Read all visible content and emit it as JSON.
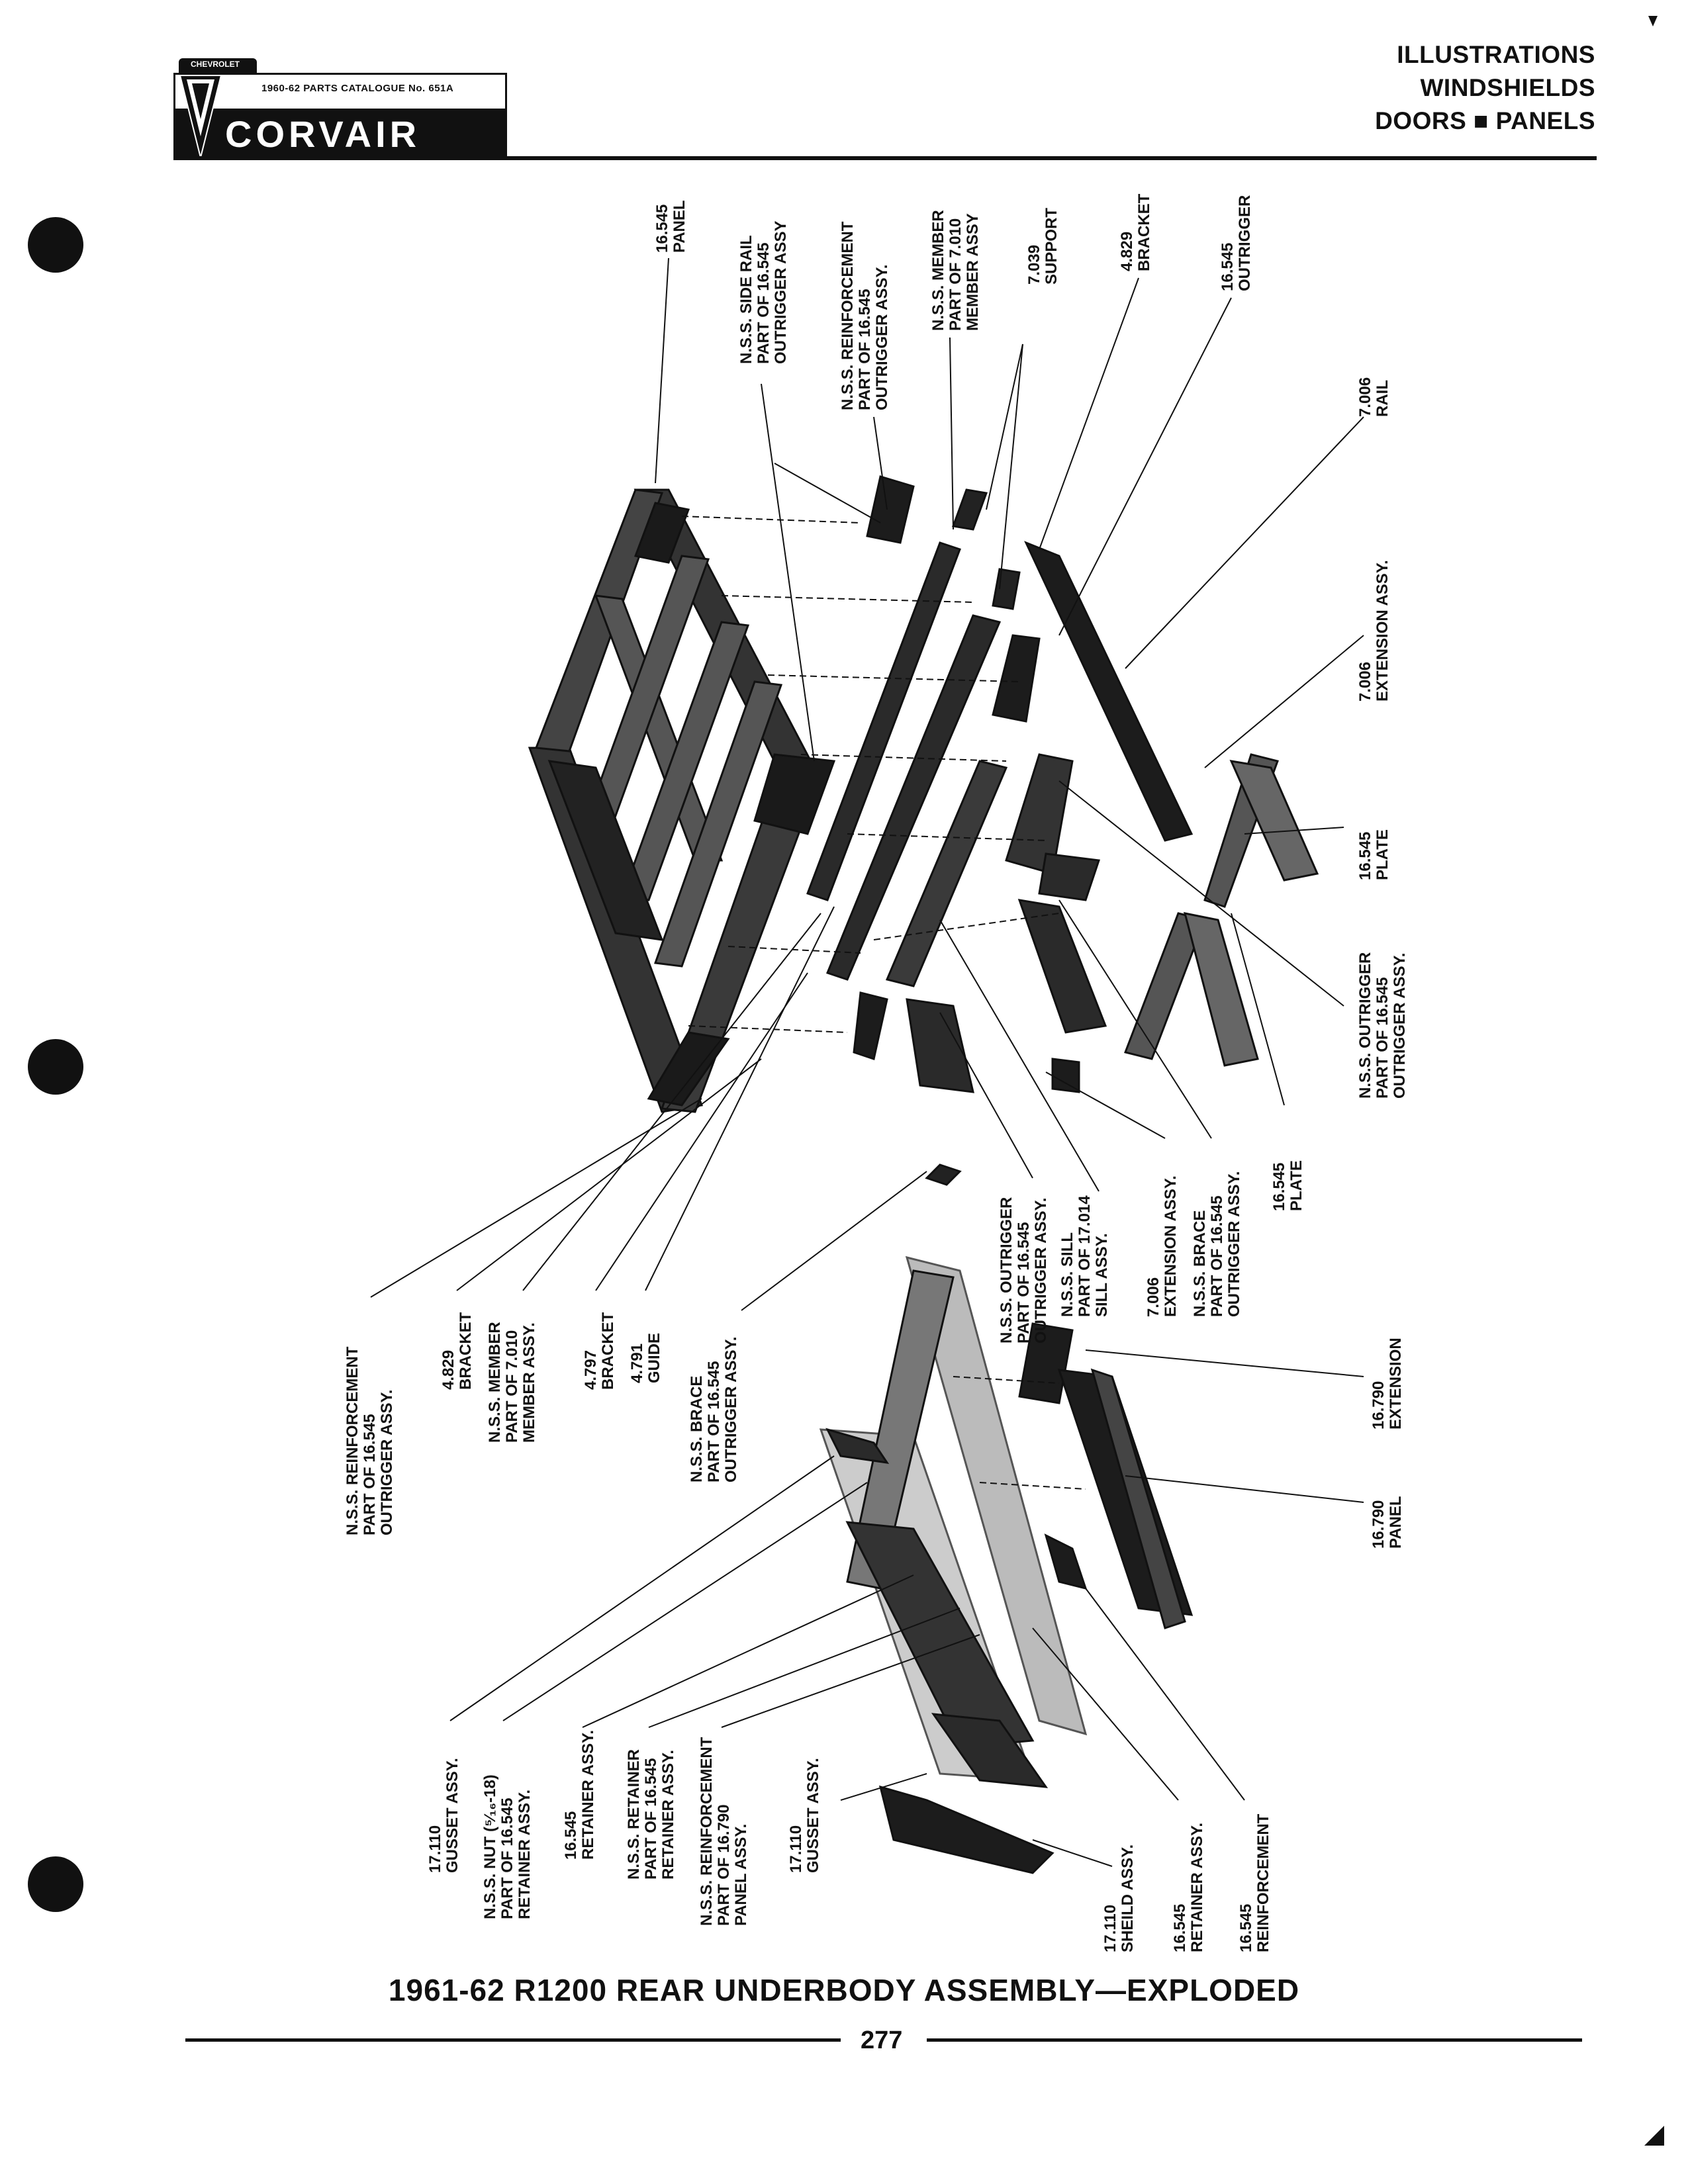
{
  "header": {
    "catalog_ref": "1960-62 PARTS CATALOGUE No. 651A",
    "brand": "CORVAIR",
    "title_lines": [
      "ILLUSTRATIONS",
      "WINDSHIELDS",
      "DOORS ■ PANELS"
    ]
  },
  "callouts": {
    "top_panel": "16.545\nPANEL",
    "side_rail": "N.S.S. SIDE RAIL\nPART OF 16.545\nOUTRIGGER ASSY",
    "reinforcement_top": "N.S.S. REINFORCEMENT\nPART OF 16.545\nOUTRIGGER ASSY.",
    "member_top": "N.S.S. MEMBER\nPART OF 7.010\nMEMBER ASSY",
    "support": "7.039\nSUPPORT",
    "bracket_top": "4.829\nBRACKET",
    "outrigger_top": "16.545\nOUTRIGGER",
    "rail": "7.006\nRAIL",
    "extension_right": "7.006\nEXTENSION ASSY.",
    "plate_right": "16.545\nPLATE",
    "outrigger_right": "N.S.S. OUTRIGGER\nPART OF 16.545\nOUTRIGGER ASSY.",
    "plate_lower": "16.545\nPLATE",
    "brace_mid": "N.S.S. BRACE\nPART OF 16.545\nOUTRIGGER ASSY.",
    "extension_mid": "7.006\nEXTENSION ASSY.",
    "sill": "N.S.S. SILL\nPART OF 17.014\nSILL ASSY.",
    "outrigger_mid": "N.S.S. OUTRIGGER\nPART OF 16.545\nOUTRIGGER ASSY.",
    "brace_left": "N.S.S. BRACE\nPART OF 16.545\nOUTRIGGER ASSY.",
    "guide": "4.791\nGUIDE",
    "bracket_4797": "4.797\nBRACKET",
    "member_left": "N.S.S. MEMBER\nPART OF 7.010\nMEMBER ASSY.",
    "bracket_4829_left": "4.829\nBRACKET",
    "reinforcement_left": "N.S.S. REINFORCEMENT\nPART OF 16.545\nOUTRIGGER ASSY.",
    "extension_16790": "16.790\nEXTENSION",
    "panel_16790": "16.790\nPANEL",
    "gusset_1": "17.110\nGUSSET ASSY.",
    "nut": "N.S.S. NUT (⁵⁄₁₆-18)\nPART OF 16.545\nRETAINER ASSY.",
    "retainer_1": "16.545\nRETAINER ASSY.",
    "retainer_nss": "N.S.S. RETAINER\nPART OF 16.545\nRETAINER ASSY.",
    "reinforcement_16790": "N.S.S. REINFORCEMENT\nPART OF 16.790\nPANEL ASSY.",
    "gusset_2": "17.110\nGUSSET ASSY.",
    "sheild": "17.110\nSHEILD ASSY.",
    "retainer_2": "16.545\nRETAINER ASSY.",
    "reinforcement_bottom": "16.545\nREINFORCEMENT"
  },
  "caption": "1961-62 R1200 REAR UNDERBODY ASSEMBLY—EXPLODED",
  "page_number": "277",
  "colors": {
    "ink": "#111111",
    "paper": "#ffffff",
    "part_fill": "#3a3a3a",
    "part_dark": "#1c1c1c"
  }
}
